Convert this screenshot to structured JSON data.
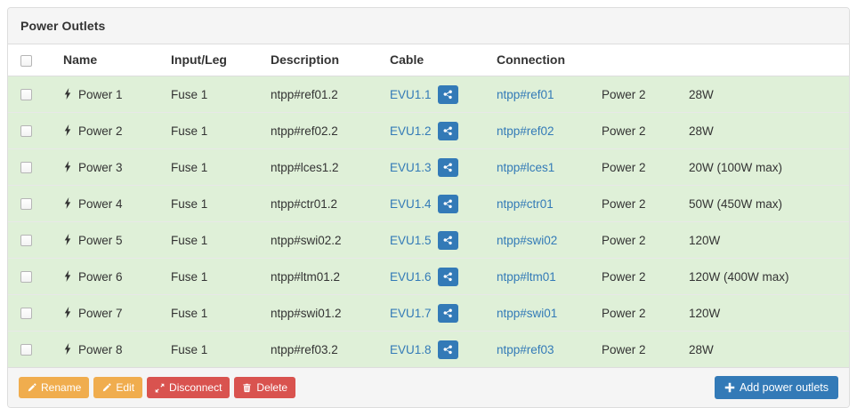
{
  "panel": {
    "title": "Power Outlets"
  },
  "table": {
    "headers": {
      "select_all": "",
      "name": "Name",
      "input_leg": "Input/Leg",
      "description": "Description",
      "cable": "Cable",
      "connection": "Connection",
      "connection_port": "",
      "power": "",
      "actions": ""
    },
    "rows": [
      {
        "name": "Power 1",
        "input_leg": "Fuse 1",
        "description": "ntpp#ref01.2",
        "cable": "EVU1.1",
        "connection": "ntpp#ref01",
        "connection_port": "Power 2",
        "power": "28W"
      },
      {
        "name": "Power 2",
        "input_leg": "Fuse 1",
        "description": "ntpp#ref02.2",
        "cable": "EVU1.2",
        "connection": "ntpp#ref02",
        "connection_port": "Power 2",
        "power": "28W"
      },
      {
        "name": "Power 3",
        "input_leg": "Fuse 1",
        "description": "ntpp#lces1.2",
        "cable": "EVU1.3",
        "connection": "ntpp#lces1",
        "connection_port": "Power 2",
        "power": "20W (100W max)"
      },
      {
        "name": "Power 4",
        "input_leg": "Fuse 1",
        "description": "ntpp#ctr01.2",
        "cable": "EVU1.4",
        "connection": "ntpp#ctr01",
        "connection_port": "Power 2",
        "power": "50W (450W max)"
      },
      {
        "name": "Power 5",
        "input_leg": "Fuse 1",
        "description": "ntpp#swi02.2",
        "cable": "EVU1.5",
        "connection": "ntpp#swi02",
        "connection_port": "Power 2",
        "power": "120W"
      },
      {
        "name": "Power 6",
        "input_leg": "Fuse 1",
        "description": "ntpp#ltm01.2",
        "cable": "EVU1.6",
        "connection": "ntpp#ltm01",
        "connection_port": "Power 2",
        "power": "120W (400W max)"
      },
      {
        "name": "Power 7",
        "input_leg": "Fuse 1",
        "description": "ntpp#swi01.2",
        "cable": "EVU1.7",
        "connection": "ntpp#swi01",
        "connection_port": "Power 2",
        "power": "120W"
      },
      {
        "name": "Power 8",
        "input_leg": "Fuse 1",
        "description": "ntpp#ref03.2",
        "cable": "EVU1.8",
        "connection": "ntpp#ref03",
        "connection_port": "Power 2",
        "power": "28W"
      }
    ],
    "row_actions": {
      "disable_icon": "ban-icon",
      "disconnect_icon": "expand-arrows-icon",
      "edit_icon": "pencil-icon",
      "delete_icon": "trash-icon"
    }
  },
  "footer": {
    "rename_label": "Rename",
    "edit_label": "Edit",
    "disconnect_label": "Disconnect",
    "delete_label": "Delete",
    "add_label": "Add power outlets"
  },
  "colors": {
    "row_background": "#dff0d8",
    "link": "#337ab7",
    "warning": "#f0ad4e",
    "danger": "#d9534f",
    "info": "#5bc0de",
    "danger_muted": "#d9908e",
    "primary": "#337ab7",
    "panel_header": "#f5f5f5",
    "border": "#dddddd"
  }
}
